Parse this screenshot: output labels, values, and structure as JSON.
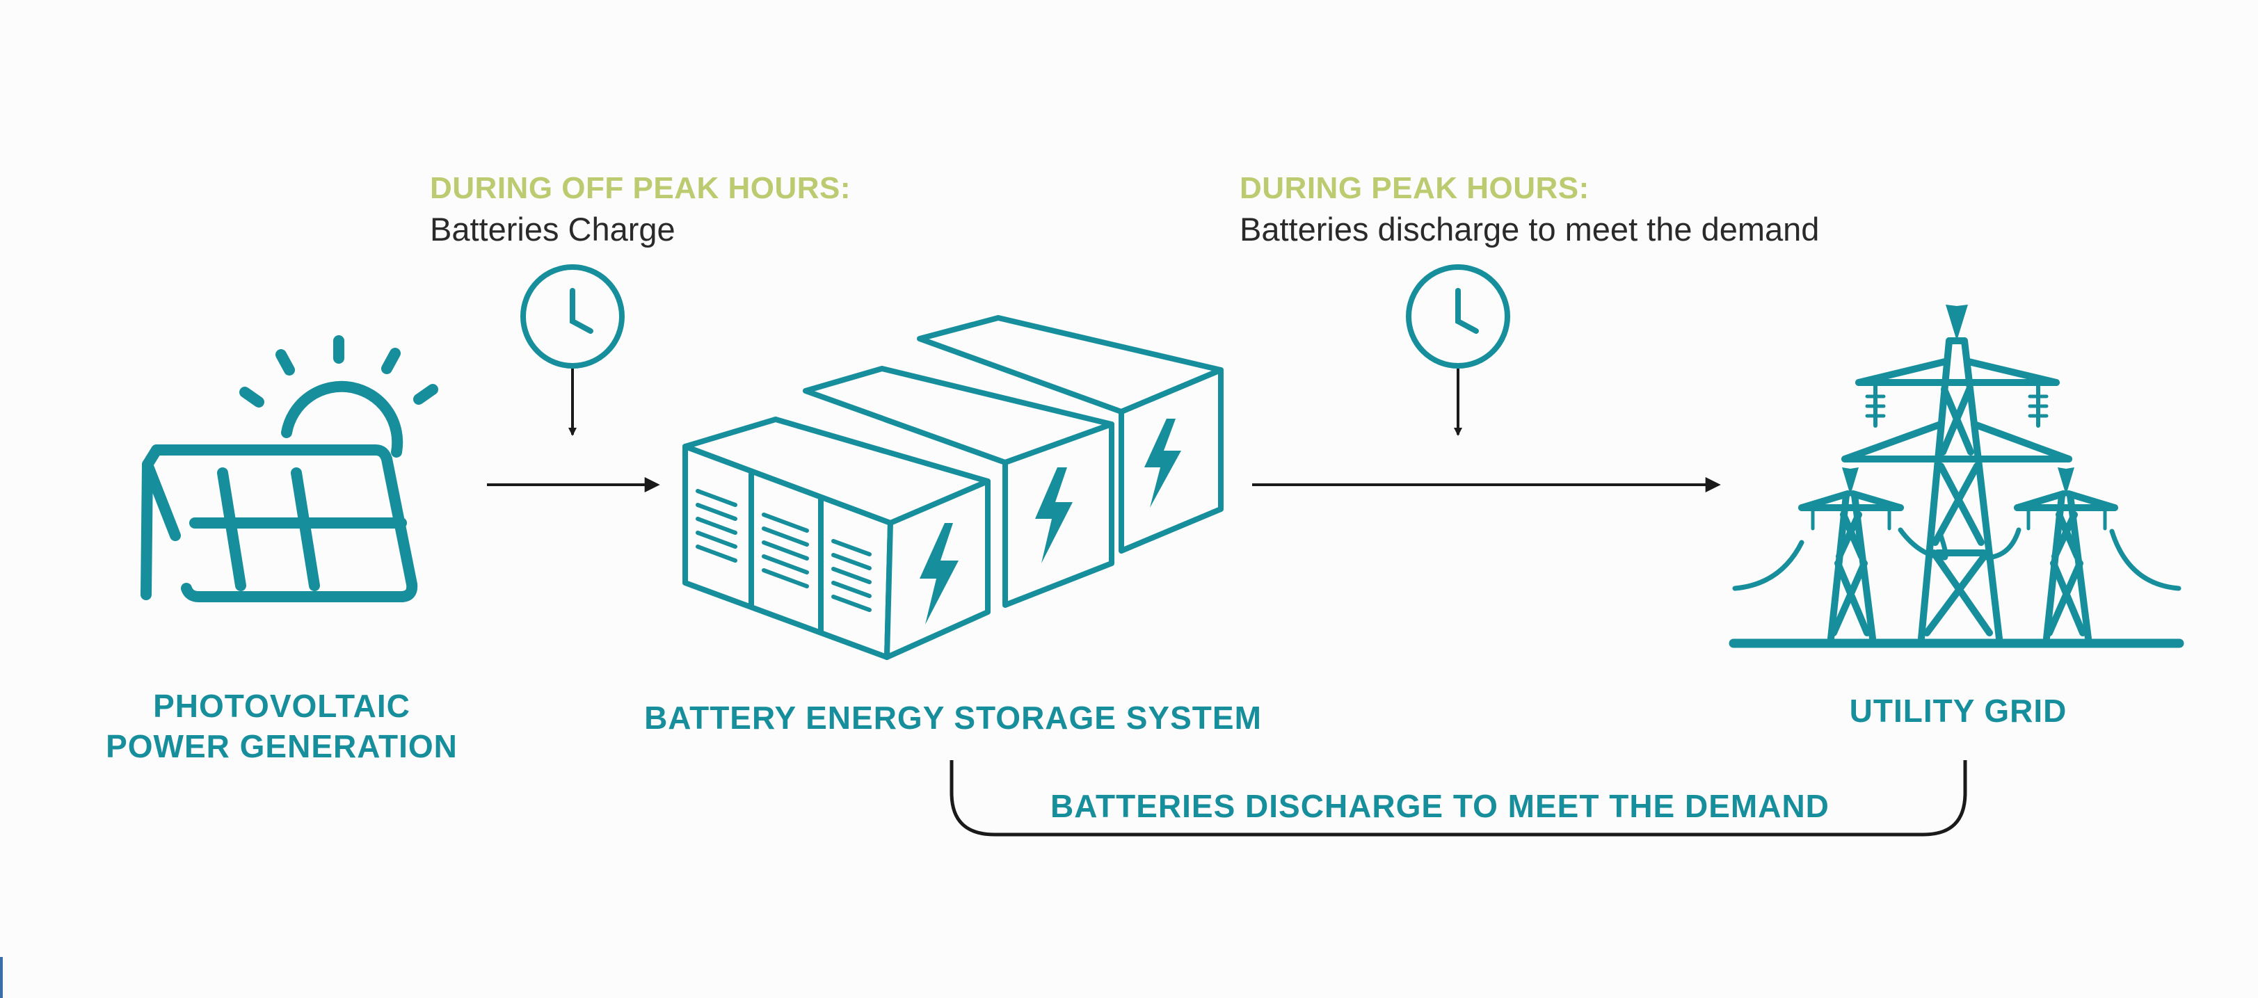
{
  "colors": {
    "teal": "#178e9c",
    "olive": "#bccb70",
    "ink": "#1a1a1a",
    "text": "#2a2a2a",
    "background": "#fbfcfb"
  },
  "phases": {
    "off_peak": {
      "heading": "DURING OFF PEAK HOURS:",
      "description": "Batteries Charge",
      "icon": "clock-icon"
    },
    "peak": {
      "heading": "DURING PEAK HOURS:",
      "description": "Batteries discharge to meet the demand",
      "icon": "clock-icon"
    }
  },
  "nodes": {
    "pv": {
      "line1": "PHOTOVOLTAIC",
      "line2": "POWER GENERATION",
      "icon": "solar-panel-icon"
    },
    "bess": {
      "label": "BATTERY ENERGY STORAGE SYSTEM",
      "icon": "battery-containers-icon"
    },
    "grid": {
      "label": "UTILITY GRID",
      "icon": "transmission-tower-icon"
    }
  },
  "bracket": {
    "label": "BATTERIES DISCHARGE TO MEET THE DEMAND"
  }
}
